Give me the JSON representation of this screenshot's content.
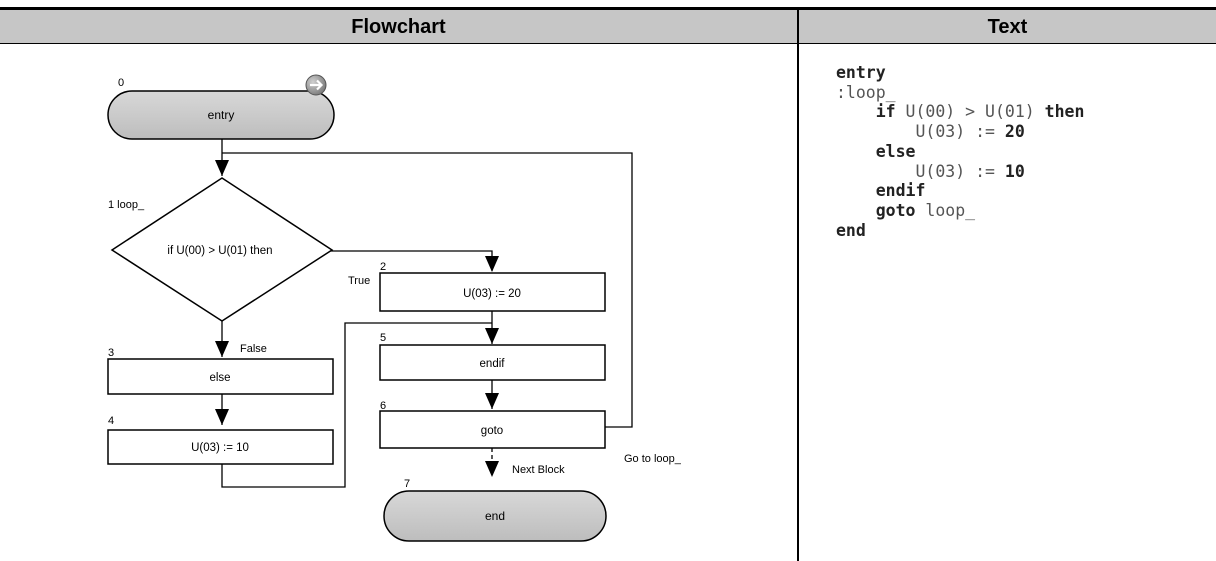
{
  "table": {
    "headers": {
      "flowchart": "Flowchart",
      "text": "Text"
    }
  },
  "flowchart": {
    "nodes": [
      {
        "id": "0",
        "number": "0",
        "shape": "terminal",
        "label": "entry"
      },
      {
        "id": "1",
        "number": "1 loop_",
        "shape": "decision",
        "label": "if U(00) > U(01) then"
      },
      {
        "id": "2",
        "number": "2",
        "shape": "process",
        "label": "U(03) := 20"
      },
      {
        "id": "3",
        "number": "3",
        "shape": "process",
        "label": "else"
      },
      {
        "id": "4",
        "number": "4",
        "shape": "process",
        "label": "U(03) := 10"
      },
      {
        "id": "5",
        "number": "5",
        "shape": "process",
        "label": "endif"
      },
      {
        "id": "6",
        "number": "6",
        "shape": "process",
        "label": "goto"
      },
      {
        "id": "7",
        "number": "7",
        "shape": "terminal",
        "label": "end"
      }
    ],
    "edges": [
      {
        "from": "0",
        "to": "1",
        "label": ""
      },
      {
        "from": "1",
        "to": "2",
        "label": "True"
      },
      {
        "from": "1",
        "to": "3",
        "label": "False"
      },
      {
        "from": "3",
        "to": "4",
        "label": ""
      },
      {
        "from": "2",
        "to": "5",
        "label": ""
      },
      {
        "from": "4",
        "to": "5",
        "label": ""
      },
      {
        "from": "5",
        "to": "6",
        "label": ""
      },
      {
        "from": "6",
        "to": "1",
        "label": "Go to loop_"
      },
      {
        "from": "6",
        "to": "7",
        "label": "Next Block",
        "style": "dashed"
      }
    ],
    "entry_marker_icon": "arrow-circle-icon"
  },
  "code": {
    "lines": [
      [
        {
          "t": "entry",
          "k": true
        }
      ],
      [
        {
          "t": ":loop_",
          "k": false
        }
      ],
      [
        {
          "t": "    ",
          "k": false
        },
        {
          "t": "if",
          "k": true
        },
        {
          "t": " U(00) > U(01) ",
          "k": false
        },
        {
          "t": "then",
          "k": true
        }
      ],
      [
        {
          "t": "        U(03) := ",
          "k": false
        },
        {
          "t": "20",
          "k": true
        }
      ],
      [
        {
          "t": "    ",
          "k": false
        },
        {
          "t": "else",
          "k": true
        }
      ],
      [
        {
          "t": "        U(03) := ",
          "k": false
        },
        {
          "t": "10",
          "k": true
        }
      ],
      [
        {
          "t": "    ",
          "k": false
        },
        {
          "t": "endif",
          "k": true
        }
      ],
      [
        {
          "t": "    ",
          "k": false
        },
        {
          "t": "goto",
          "k": true
        },
        {
          "t": " loop_",
          "k": false
        }
      ],
      [
        {
          "t": "end",
          "k": true
        }
      ]
    ]
  }
}
